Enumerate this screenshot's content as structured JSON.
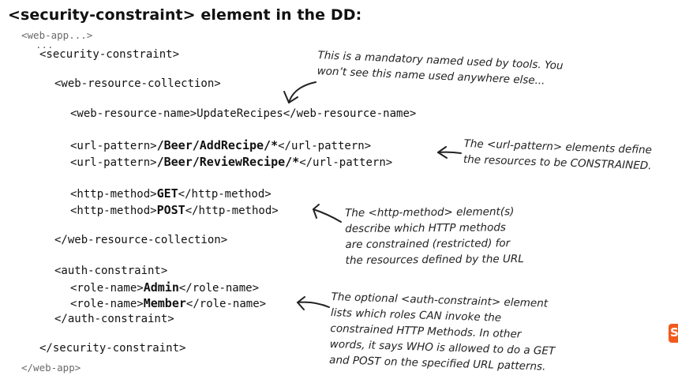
{
  "title": "<security-constraint> element in the DD:",
  "code": {
    "web_app_open": "<web-app...>",
    "ellipsis": "...",
    "sc_open": "<security-constraint>",
    "wrc_open": "<web-resource-collection>",
    "wrn_open": "<web-resource-name>",
    "wrn_value": "UpdateRecipes",
    "wrn_close": "</web-resource-name>",
    "url_open": "<url-pattern>",
    "url_close": "</url-pattern>",
    "url_value_1": "/Beer/AddRecipe/*",
    "url_value_2": "/Beer/ReviewRecipe/*",
    "hm_open": "<http-method>",
    "hm_close": "</http-method>",
    "hm_value_1": "GET",
    "hm_value_2": "POST",
    "wrc_close": "</web-resource-collection>",
    "ac_open": "<auth-constraint>",
    "rn_open": "<role-name>",
    "rn_close": "</role-name>",
    "rn_value_1": "Admin",
    "rn_value_2": "Member",
    "ac_close": "</auth-constraint>",
    "sc_close": "</security-constraint>",
    "web_app_close": "</web-app>"
  },
  "notes": {
    "name_note": [
      "This is a mandatory named used by tools. You",
      "won’t see this name used anywhere else..."
    ],
    "url_note": [
      "The <url-pattern> elements define",
      "the resources to be CONSTRAINED."
    ],
    "method_note": [
      "The <http-method> element(s)",
      "describe which HTTP methods",
      "are constrained (restricted) for",
      "the resources defined by the URL"
    ],
    "auth_note": [
      "The optional <auth-constraint> element",
      "lists which roles CAN invoke the",
      "constrained HTTP Methods. In other",
      "words, it says WHO is allowed to do a GET",
      "and POST on the specified URL patterns."
    ]
  },
  "badge": {
    "glyph": "S",
    "color": "#f25a1d"
  }
}
